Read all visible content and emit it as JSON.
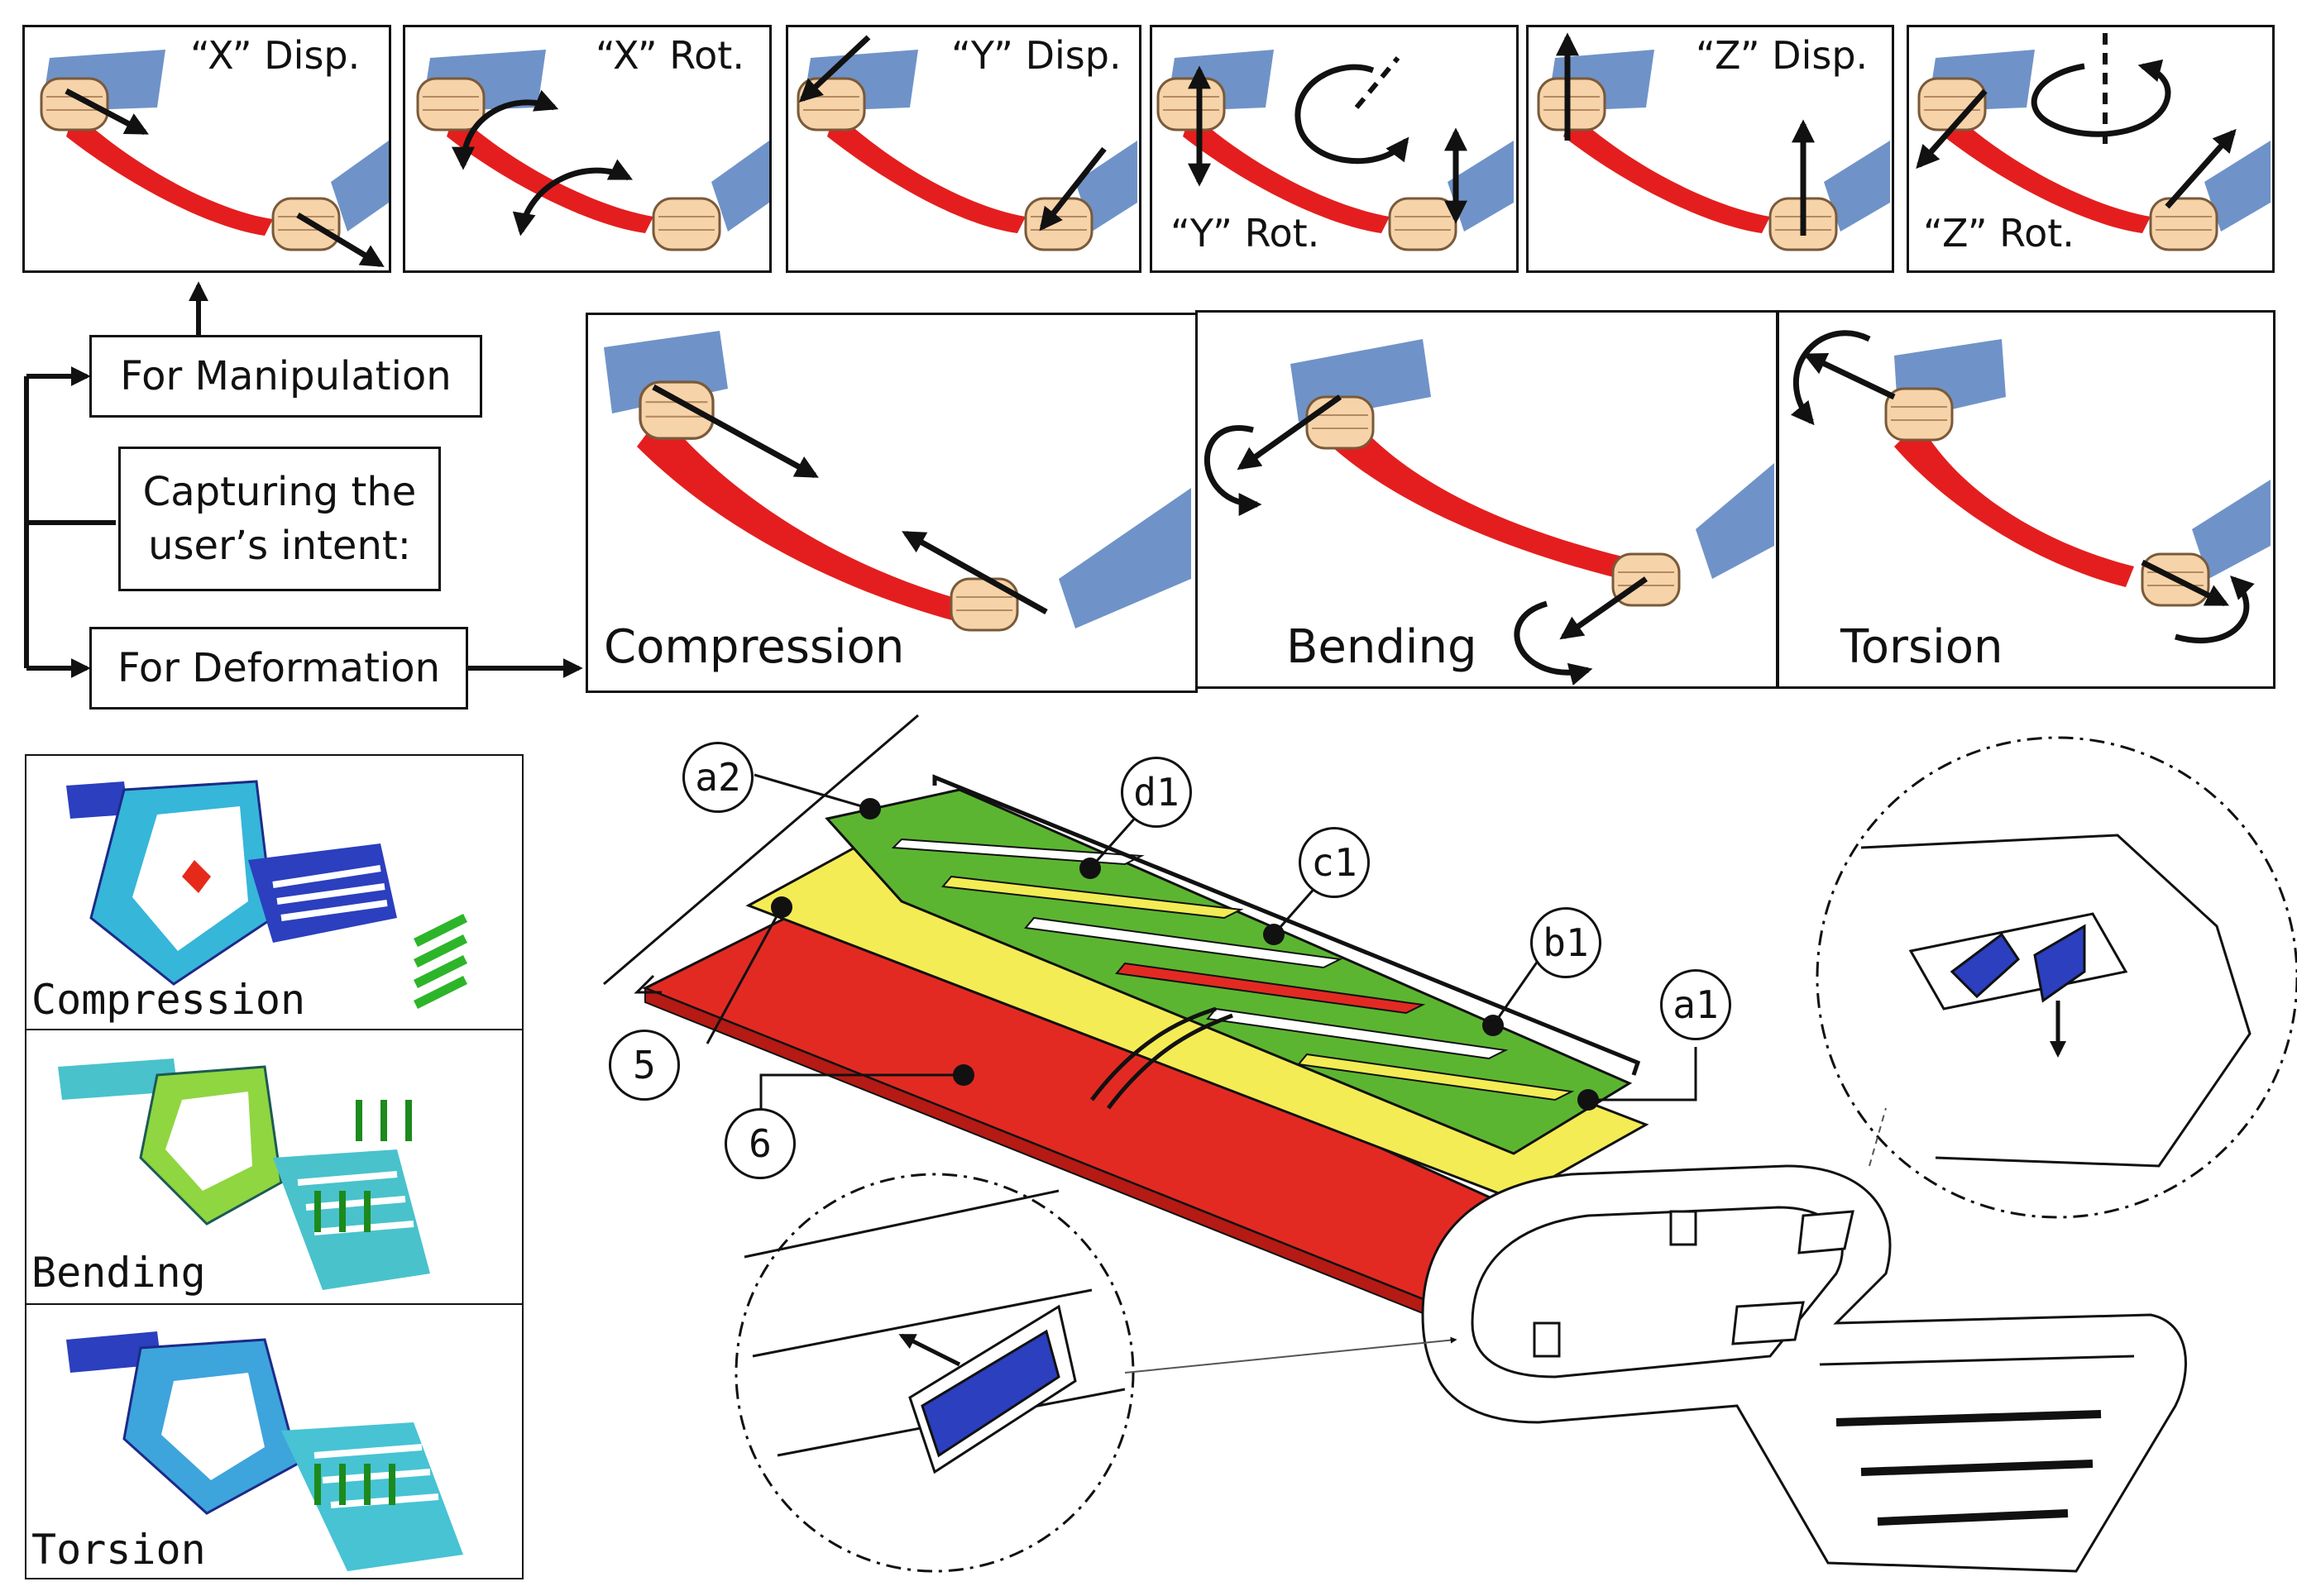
{
  "motions": [
    {
      "id": "x-disp",
      "label": "“X” Disp."
    },
    {
      "id": "x-rot",
      "label": "“X” Rot."
    },
    {
      "id": "y-disp",
      "label": "“Y” Disp."
    },
    {
      "id": "y-rot",
      "label": "“Y” Rot."
    },
    {
      "id": "z-disp",
      "label": "“Z” Disp."
    },
    {
      "id": "z-rot",
      "label": "“Z” Rot."
    }
  ],
  "flow": {
    "manipulation": "For Manipulation",
    "intent": "Capturing the user’s intent:",
    "deformation": "For Deformation"
  },
  "deformations": [
    "Compression",
    "Bending",
    "Torsion"
  ],
  "fea_panels": [
    "Compression",
    "Bending",
    "Torsion"
  ],
  "callouts": [
    "a2",
    "d1",
    "c1",
    "b1",
    "a1",
    "5",
    "6"
  ],
  "colors": {
    "strap": "#e41e1e",
    "skin": "#f6d3a8",
    "sleeve": "#6f93c8",
    "green": "#5cb531",
    "yellow": "#f3ec55",
    "red_base": "#e22a23",
    "fea_blue": "#2b3fbf"
  }
}
